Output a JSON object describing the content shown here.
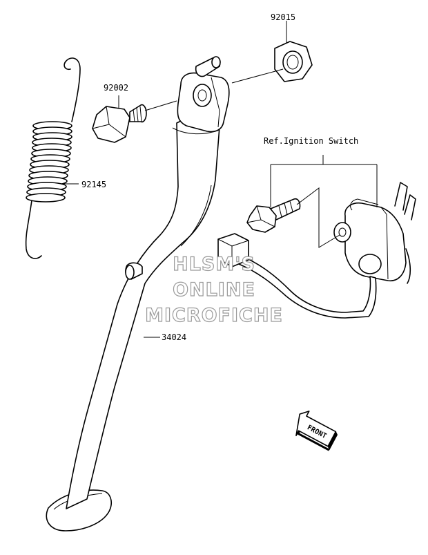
{
  "parts": {
    "p92015": "92015",
    "p92002": "92002",
    "p92145": "92145",
    "p34024": "34024"
  },
  "reference": {
    "label": "Ref.Ignition Switch"
  },
  "watermark": {
    "line1": "HLSM'S",
    "line2": "ONLINE",
    "line3": "MICROFICHE"
  },
  "direction": {
    "label": "FRONT"
  }
}
